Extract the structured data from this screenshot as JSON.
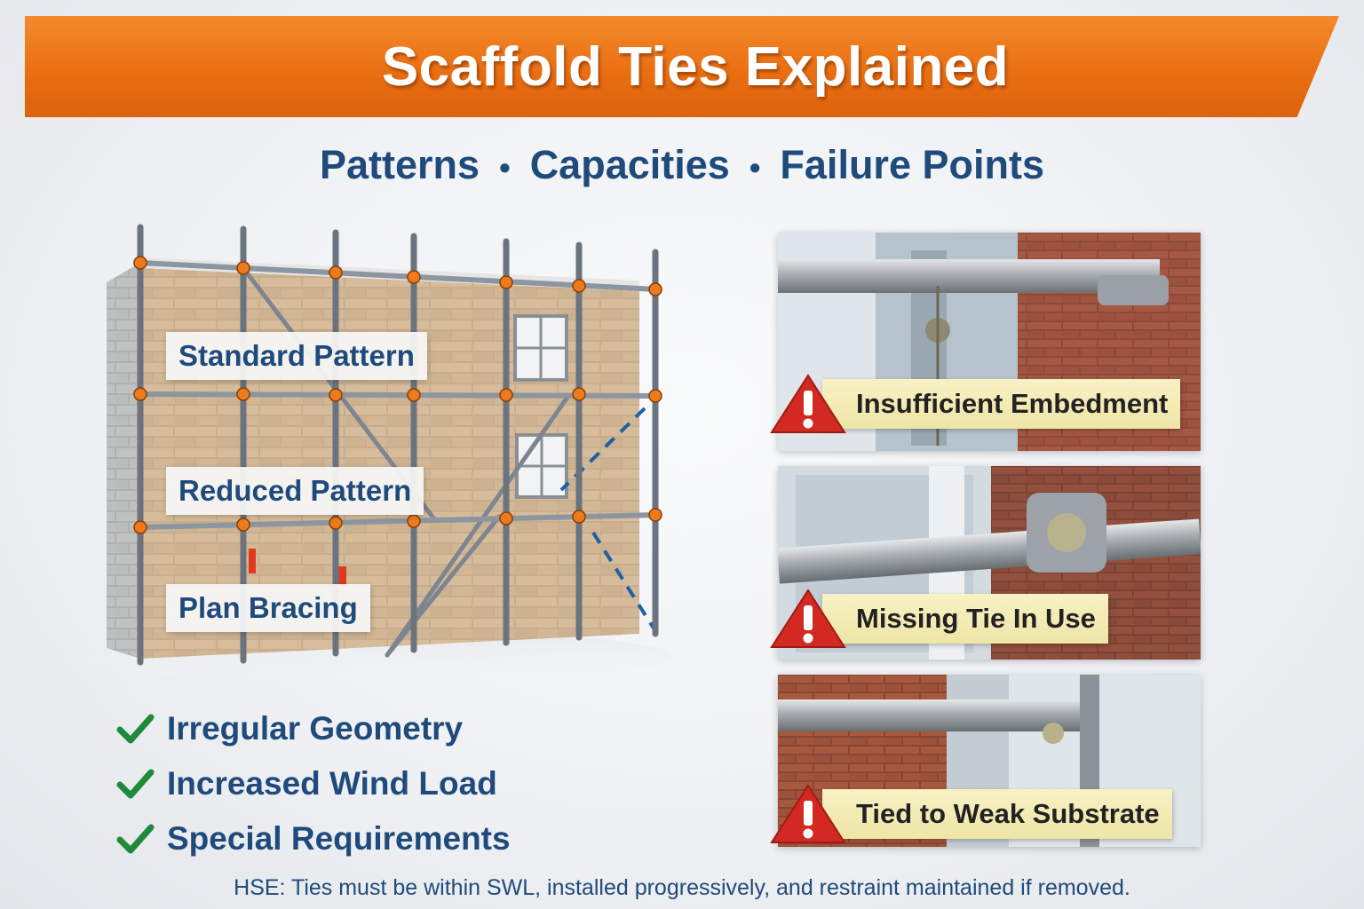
{
  "header": {
    "title": "Scaffold Ties Explained"
  },
  "subtitle": {
    "items": [
      "Patterns",
      "Capacities",
      "Failure Points"
    ],
    "separator": "•"
  },
  "diagram": {
    "callouts": [
      "Standard Pattern",
      "Reduced Pattern",
      "Plan Bracing"
    ]
  },
  "checklist": {
    "items": [
      "Irregular Geometry",
      "Increased Wind Load",
      "Special Requirements"
    ]
  },
  "failures": {
    "items": [
      "Insufficient Embedment",
      "Missing Tie In Use",
      "Tied to Weak Substrate"
    ]
  },
  "footer": {
    "note": "HSE: Ties must be within SWL, installed progressively, and restraint maintained if removed."
  },
  "colors": {
    "banner": "#ea6f12",
    "title_text": "#ffffff",
    "heading_blue": "#1f4a7c",
    "check_green": "#1f8a3a",
    "warning_red": "#d22a22",
    "warning_label": "#f3eab2",
    "node_orange": "#ee7a1e"
  },
  "icons": [
    "check-icon",
    "warning-triangle-icon"
  ]
}
